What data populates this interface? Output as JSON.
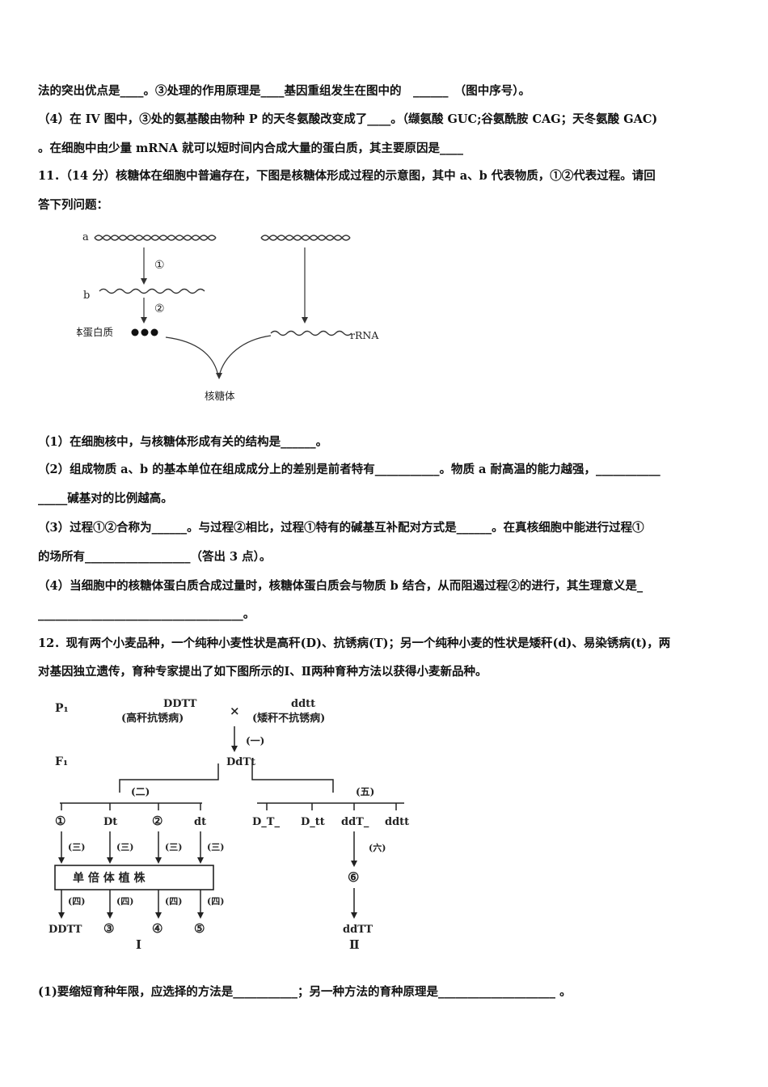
{
  "lines": {
    "l1": "法的突出优点是____。③处理的作用原理是____基因重组发生在图中的　______　（图中序号）。",
    "l2": "（4）在 IV 图中，③处的氨基酸由物种 P 的天冬氨酸改变成了____。（缬氨酸 GUC;谷氨酰胺 CAG；天冬氨酸 GAC)",
    "l3": "。在细胞中由少量 mRNA 就可以短时间内合成大量的蛋白质，其主要原因是____",
    "q11a": "11．（14 分）核糖体在细胞中普遍存在，下图是核糖体形成过程的示意图，其中 a、b 代表物质，①②代表过程。请回",
    "q11b": "答下列问题：",
    "q11_1": "（1）在细胞核中，与核糖体形成有关的结构是______。",
    "q11_2a": "（2）组成物质 a、b 的基本单位在组成成分上的差别是前者特有___________。物质 a 耐高温的能力越强，___________",
    "q11_2b": "_____碱基对的比例越高。",
    "q11_3a": "（3）过程①②合称为______。与过程②相比，过程①特有的碱基互补配对方式是______。在真核细胞中能进行过程①",
    "q11_3b": "的场所有__________________（答出 3 点）。",
    "q11_4a": "（4）当细胞中的核糖体蛋白质合成过量时，核糖体蛋白质会与物质 b 结合，从而阻遏过程②的进行，其生理意义是_",
    "q11_4b": "___________________________________。",
    "q12a": "12．现有两个小麦品种，一个纯种小麦性状是高秆(D)、抗锈病(T)；另一个纯种小麦的性状是矮秆(d)、易染锈病(t)，两",
    "q12b": "对基因独立遗传，育种专家提出了如下图所示的Ⅰ、Ⅱ两种育种方法以获得小麦新品种。",
    "q12_1": "(1)要缩短育种年限，应选择的方法是___________；另一种方法的育种原理是____________________ 。"
  },
  "fig1": {
    "a": "a",
    "b": "b",
    "step1": "①",
    "step2": "②",
    "protein": "核糖体蛋白质",
    "rrna": "rRNA",
    "ribosome": "核糖体"
  },
  "fig2": {
    "p1": "P₁",
    "f1": "F₁",
    "parent1_geno": "DDTT",
    "parent1_pheno": "(高秆抗锈病)",
    "parent2_geno": "ddtt",
    "parent2_pheno": "(矮秆不抗锈病)",
    "cross": "×",
    "step_yi": "(一)",
    "f1_geno": "DdTt",
    "step_er": "(二)",
    "step_wu": "(五)",
    "left_row": [
      "①",
      "Dt",
      "②",
      "dt"
    ],
    "step_san": "(三)",
    "haploid_box": "单 倍 体 植 株",
    "step_si": "(四)",
    "bottom_row": [
      "DDTT",
      "③",
      "④",
      "⑤"
    ],
    "right_row": [
      "D_T_",
      "D_tt",
      "ddT_",
      "ddtt"
    ],
    "step_liu": "(六)",
    "six": "⑥",
    "right_bottom": "ddTT",
    "method1": "Ⅰ",
    "method2": "Ⅱ"
  }
}
